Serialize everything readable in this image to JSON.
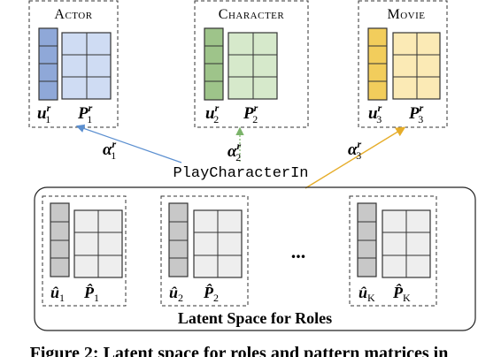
{
  "entities": [
    {
      "name": "Actor",
      "vec": "u",
      "sup": "r",
      "sub": "1",
      "mat": "P",
      "mat_sup": "r",
      "mat_sub": "1",
      "color_dark": "#8fa8d8",
      "color_light": "#cfdcf3"
    },
    {
      "name": "Character",
      "vec": "u",
      "sup": "r",
      "sub": "2",
      "mat": "P",
      "mat_sup": "r",
      "mat_sub": "2",
      "color_dark": "#9ec48a",
      "color_light": "#d6e9cb"
    },
    {
      "name": "Movie",
      "vec": "u",
      "sup": "r",
      "sub": "3",
      "mat": "P",
      "mat_sup": "r",
      "mat_sub": "3",
      "color_dark": "#f2cd5c",
      "color_light": "#fbeab5"
    }
  ],
  "weights": [
    {
      "sym": "α",
      "sup": "r",
      "sub": "1",
      "color": "#5b8fd0"
    },
    {
      "sym": "α",
      "sup": "r",
      "sub": "2",
      "color": "#7bb36a"
    },
    {
      "sym": "α",
      "sup": "r",
      "sub": "3",
      "color": "#e6ad2a"
    }
  ],
  "relation": "PlayCharacterIn",
  "latent": {
    "title": "Latent Space for Roles",
    "ellipsis": "...",
    "roles": [
      {
        "vec": "û",
        "sub": "1",
        "mat": "P̂",
        "mat_sub": "1"
      },
      {
        "vec": "û",
        "sub": "2",
        "mat": "P̂",
        "mat_sub": "2"
      },
      {
        "vec": "û",
        "sub": "K",
        "mat": "P̂",
        "mat_sub": "K"
      }
    ],
    "color_dark": "#c8c8c8",
    "color_light": "#eeeeee"
  },
  "caption": "Figure 2: Latent space for roles and pattern matrices in"
}
